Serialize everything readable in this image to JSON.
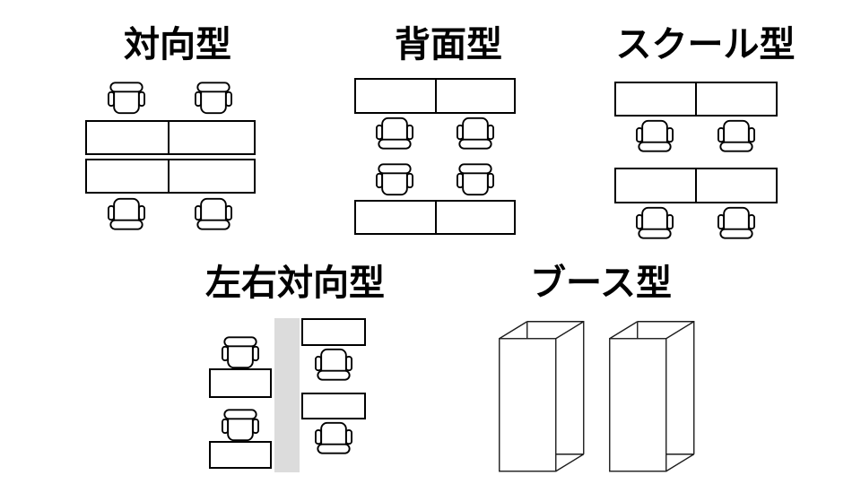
{
  "diagram": {
    "background_color": "#ffffff",
    "line_color": "#000000",
    "aisle_color": "#dcdcdc",
    "layouts": [
      {
        "title": "対向型",
        "desks": 4,
        "chairs": 4,
        "arrangement": "two rows of two desks facing each other; two chairs on top facing down, two chairs on bottom facing up"
      },
      {
        "title": "背面型",
        "desks": 4,
        "chairs": 4,
        "arrangement": "desk row on top and bottom; chairs sit back-to-back in the middle"
      },
      {
        "title": "スクール型",
        "desks": 4,
        "chairs": 4,
        "arrangement": "two desk rows, all chairs behind desks facing the same direction"
      },
      {
        "title": "左右対向型",
        "desks": 4,
        "chairs": 4,
        "arrangement": "gray aisle in center; left column chair-above-desk, right column desk-above-chair",
        "has_aisle": true
      },
      {
        "title": "ブース型",
        "booths": 2,
        "arrangement": "two tall open-top booth boxes drawn in wireframe perspective"
      }
    ],
    "icons": [
      "office-chair-icon",
      "desk-icon",
      "booth-box-icon",
      "aisle-strip"
    ]
  }
}
